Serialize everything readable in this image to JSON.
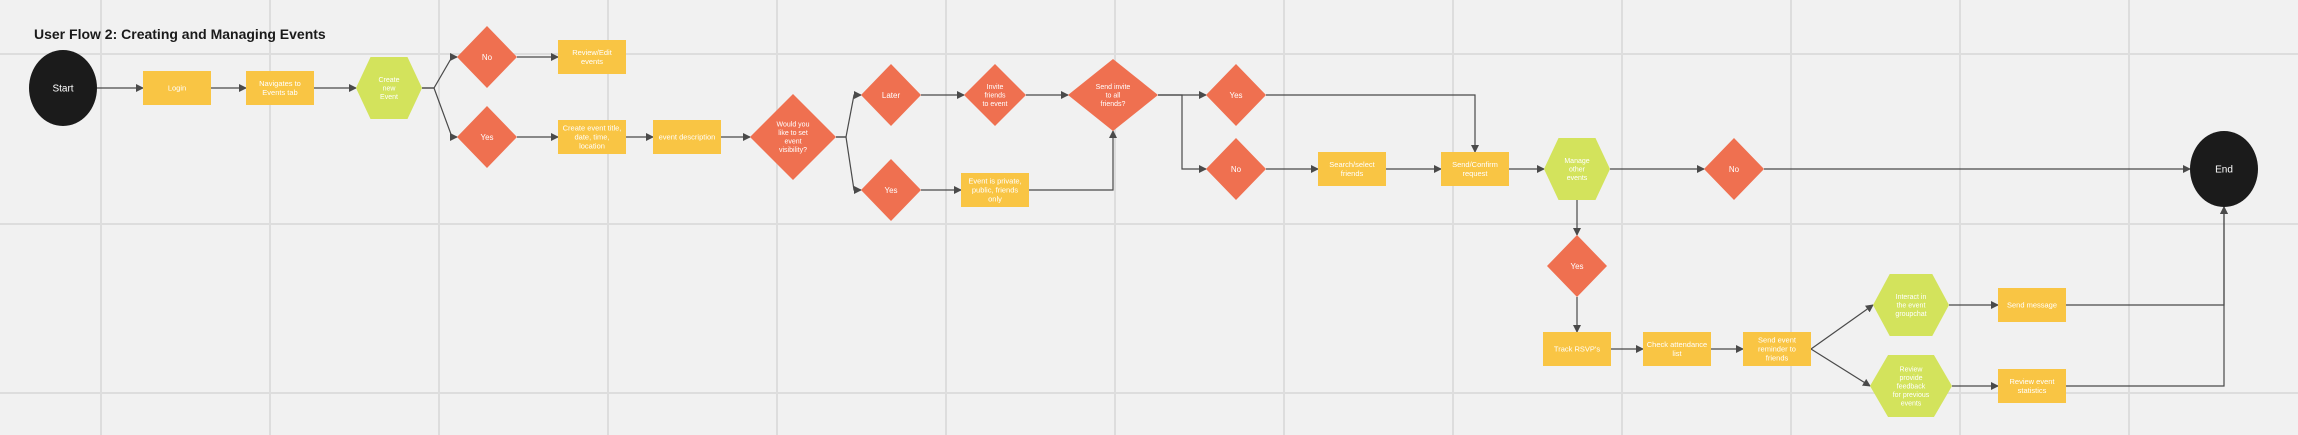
{
  "title": "User Flow 2: Creating and Managing Events",
  "colors": {
    "background": "#f1f1f1",
    "grid": "#dddddd",
    "terminal": "#1b1b1b",
    "action": "#f9c544",
    "decision": "#ef7050",
    "hexagon": "#d3e35c",
    "edge": "#4a4a4a"
  },
  "nodes": [
    {
      "id": "start",
      "shape": "circle",
      "lines": [
        "Start"
      ]
    },
    {
      "id": "login",
      "shape": "rect",
      "lines": [
        "Login"
      ]
    },
    {
      "id": "navigate",
      "shape": "rect",
      "lines": [
        "Navigates to",
        "Events tab"
      ]
    },
    {
      "id": "create",
      "shape": "hexagon",
      "lines": [
        "Create",
        "new",
        "Event"
      ]
    },
    {
      "id": "no1",
      "shape": "diamond",
      "lines": [
        "No"
      ]
    },
    {
      "id": "review_edit",
      "shape": "rect",
      "lines": [
        "Review/Edit",
        "events"
      ]
    },
    {
      "id": "yes1",
      "shape": "diamond",
      "lines": [
        "Yes"
      ]
    },
    {
      "id": "title_date",
      "shape": "rect",
      "lines": [
        "Create event title,",
        "date, time,",
        "location"
      ]
    },
    {
      "id": "description",
      "shape": "rect",
      "lines": [
        "event description"
      ]
    },
    {
      "id": "visibility",
      "shape": "diamond",
      "lines": [
        "Would you",
        "like to set",
        "event",
        "visibility?"
      ]
    },
    {
      "id": "later",
      "shape": "diamond",
      "lines": [
        "Later"
      ]
    },
    {
      "id": "yes2",
      "shape": "diamond",
      "lines": [
        "Yes"
      ]
    },
    {
      "id": "private",
      "shape": "rect",
      "lines": [
        "Event is private,",
        "public, friends",
        "only"
      ]
    },
    {
      "id": "invite",
      "shape": "diamond",
      "lines": [
        "Invite",
        "friends",
        "to event"
      ]
    },
    {
      "id": "send_all",
      "shape": "diamond",
      "lines": [
        "Send invite",
        "to all",
        "friends?"
      ]
    },
    {
      "id": "yes3",
      "shape": "diamond",
      "lines": [
        "Yes"
      ]
    },
    {
      "id": "no2",
      "shape": "diamond",
      "lines": [
        "No"
      ]
    },
    {
      "id": "search",
      "shape": "rect",
      "lines": [
        "Search/select",
        "friends"
      ]
    },
    {
      "id": "send_confirm",
      "shape": "rect",
      "lines": [
        "Send/Confirm",
        "request"
      ]
    },
    {
      "id": "manage",
      "shape": "hexagon",
      "lines": [
        "Manage",
        "other",
        "events"
      ]
    },
    {
      "id": "no3",
      "shape": "diamond",
      "lines": [
        "No"
      ]
    },
    {
      "id": "end",
      "shape": "circle",
      "lines": [
        "End"
      ]
    },
    {
      "id": "yes4",
      "shape": "diamond",
      "lines": [
        "Yes"
      ]
    },
    {
      "id": "track",
      "shape": "rect",
      "lines": [
        "Track RSVP's"
      ]
    },
    {
      "id": "check",
      "shape": "rect",
      "lines": [
        "Check attendance",
        "list"
      ]
    },
    {
      "id": "reminder",
      "shape": "rect",
      "lines": [
        "Send event",
        "reminder to",
        "friends"
      ]
    },
    {
      "id": "interact",
      "shape": "hexagon",
      "lines": [
        "Interact in",
        "the event",
        "groupchat"
      ]
    },
    {
      "id": "feedback",
      "shape": "hexagon",
      "lines": [
        "Review",
        "provide",
        "feedback",
        "for previous",
        "events"
      ]
    },
    {
      "id": "send_msg",
      "shape": "rect",
      "lines": [
        "Send message"
      ]
    },
    {
      "id": "stats",
      "shape": "rect",
      "lines": [
        "Review event",
        "statistics"
      ]
    }
  ],
  "edges": [
    {
      "from": "start",
      "to": "login"
    },
    {
      "from": "login",
      "to": "navigate"
    },
    {
      "from": "navigate",
      "to": "create"
    },
    {
      "from": "create",
      "to": "no1"
    },
    {
      "from": "create",
      "to": "yes1"
    },
    {
      "from": "no1",
      "to": "review_edit"
    },
    {
      "from": "yes1",
      "to": "title_date"
    },
    {
      "from": "title_date",
      "to": "description"
    },
    {
      "from": "description",
      "to": "visibility"
    },
    {
      "from": "visibility",
      "to": "later"
    },
    {
      "from": "visibility",
      "to": "yes2"
    },
    {
      "from": "later",
      "to": "invite"
    },
    {
      "from": "yes2",
      "to": "private"
    },
    {
      "from": "private",
      "to": "send_all"
    },
    {
      "from": "invite",
      "to": "send_all"
    },
    {
      "from": "send_all",
      "to": "yes3"
    },
    {
      "from": "send_all",
      "to": "no2"
    },
    {
      "from": "yes3",
      "to": "send_confirm"
    },
    {
      "from": "no2",
      "to": "search"
    },
    {
      "from": "search",
      "to": "send_confirm"
    },
    {
      "from": "send_confirm",
      "to": "manage"
    },
    {
      "from": "manage",
      "to": "no3"
    },
    {
      "from": "no3",
      "to": "end"
    },
    {
      "from": "manage",
      "to": "yes4"
    },
    {
      "from": "yes4",
      "to": "track"
    },
    {
      "from": "track",
      "to": "check"
    },
    {
      "from": "check",
      "to": "reminder"
    },
    {
      "from": "reminder",
      "to": "interact"
    },
    {
      "from": "reminder",
      "to": "feedback"
    },
    {
      "from": "interact",
      "to": "send_msg"
    },
    {
      "from": "feedback",
      "to": "stats"
    },
    {
      "from": "send_msg",
      "to": "end"
    },
    {
      "from": "stats",
      "to": "end"
    }
  ]
}
